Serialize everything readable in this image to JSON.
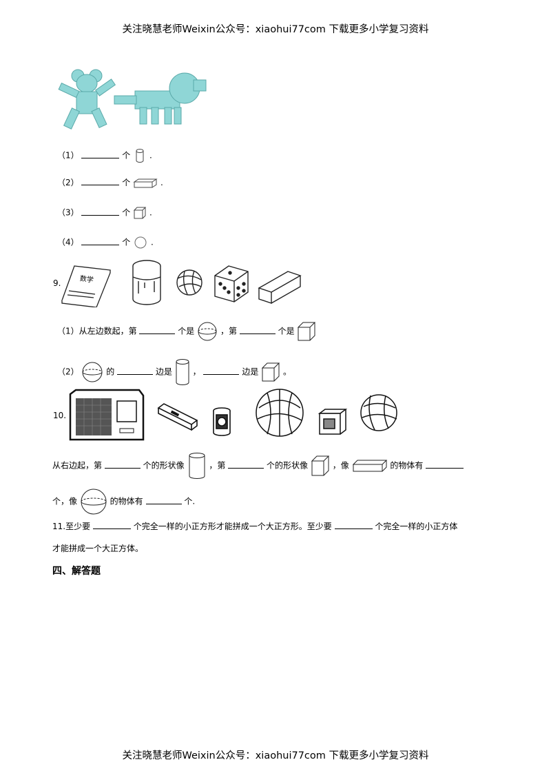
{
  "header": {
    "text": "关注晓慧老师Weixin公众号：xiaohui77com 下载更多小学复习资料"
  },
  "footer": {
    "text": "关注晓慧老师Weixin公众号：xiaohui77com 下载更多小学复习资料"
  },
  "q8": {
    "items": [
      {
        "num": "（1）",
        "unit": "个",
        "icon": "cylinder-icon",
        "end": "."
      },
      {
        "num": "（2）",
        "unit": "个",
        "icon": "cuboid-icon",
        "end": "."
      },
      {
        "num": "（3）",
        "unit": "个",
        "icon": "cube-icon",
        "end": "."
      },
      {
        "num": "（4）",
        "unit": "个",
        "icon": "sphere-icon",
        "end": "."
      }
    ]
  },
  "q9": {
    "number": "9.",
    "book_label": "数学",
    "line1": {
      "a": "（1）从左边数起，第",
      "b": "个是",
      "c": "，第",
      "d": "个是"
    },
    "line2": {
      "a": "（2）",
      "b": "的",
      "c": "边是",
      "d": "，",
      "e": "边是",
      "f": "。"
    }
  },
  "q10": {
    "number": "10.",
    "line1": {
      "a": "从右边起，第",
      "b": "个的形状像",
      "c": "，第",
      "d": "个的形状像",
      "e": "，像",
      "f": "的物体有"
    },
    "line2": {
      "a": "个，像",
      "b": "的物体有",
      "c": "个."
    }
  },
  "q11": {
    "line1": {
      "a": "11.至少要",
      "b": "个完全一样的小正方形才能拼成一个大正方形。至少要",
      "c": "个完全一样的小正方体"
    },
    "line2": "才能拼成一个大正方体。"
  },
  "section4": {
    "title": "四、解答题"
  },
  "colors": {
    "figure_fill": "#8fd6d6",
    "figure_stroke": "#2a6b6b"
  }
}
